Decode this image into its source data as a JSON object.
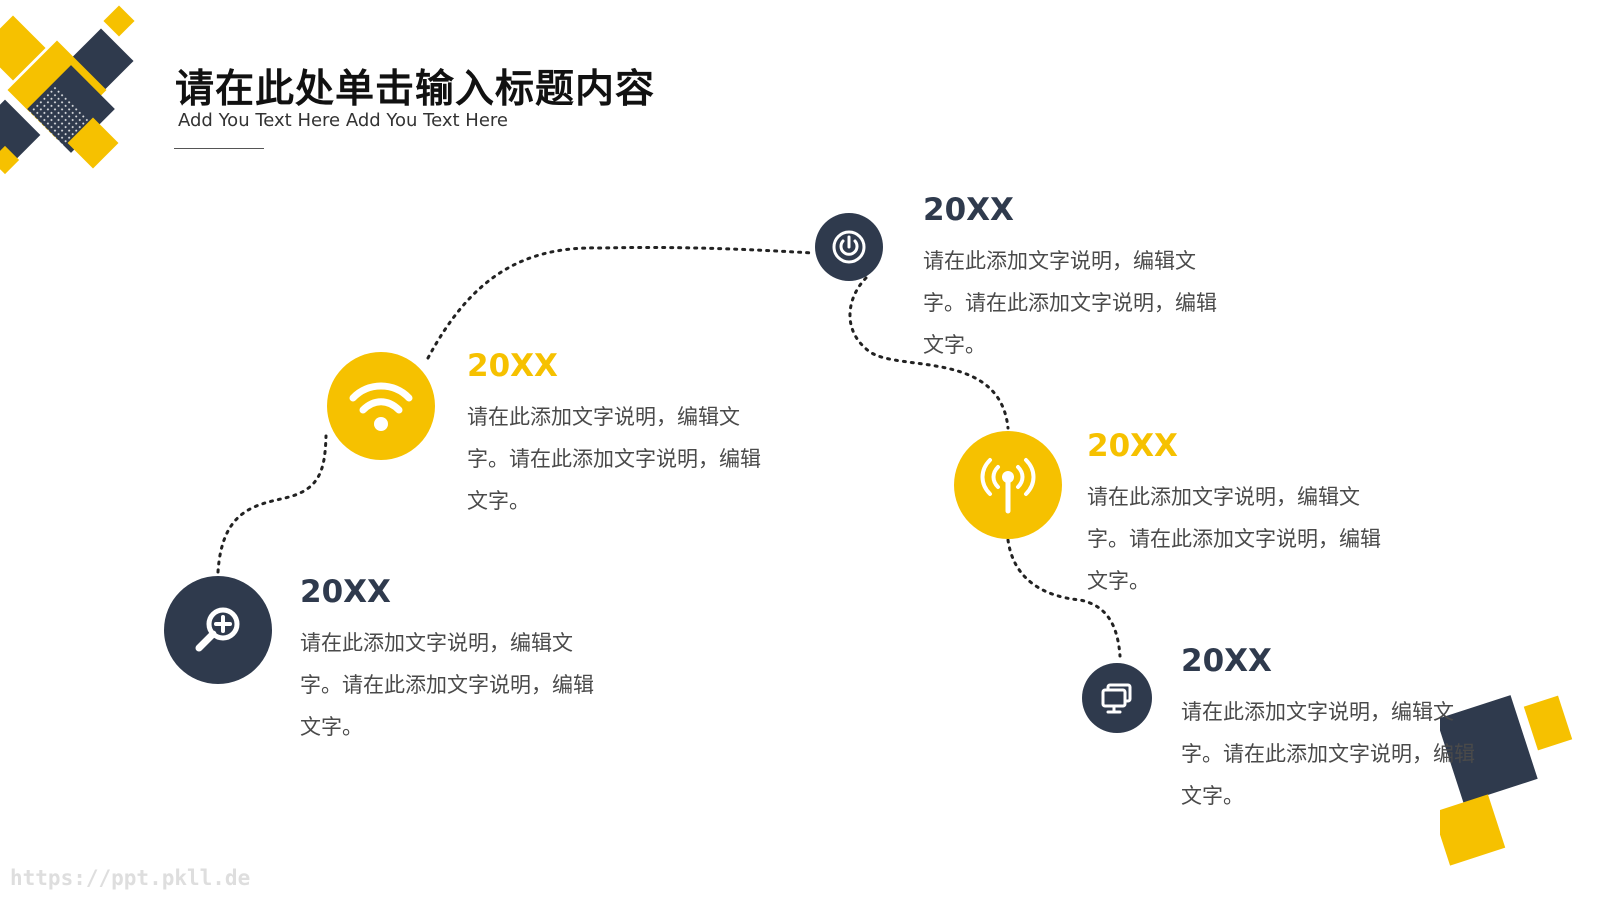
{
  "colors": {
    "accent": "#F6C100",
    "navy": "#2F3A4D",
    "text": "#4a4a4a"
  },
  "header": {
    "title": "请在此处单击输入标题内容",
    "subtitle": "Add You Text Here Add You Text Here"
  },
  "timeline": [
    {
      "year": "20XX",
      "text": "请在此添加文字说明，编辑文字。请在此添加文字说明，编辑文字。",
      "icon": "magnifier-plus-icon",
      "tone": "navy"
    },
    {
      "year": "20XX",
      "text": "请在此添加文字说明，编辑文字。请在此添加文字说明，编辑文字。",
      "icon": "wifi-icon",
      "tone": "accent"
    },
    {
      "year": "20XX",
      "text": "请在此添加文字说明，编辑文字。请在此添加文字说明，编辑文字。",
      "icon": "power-icon",
      "tone": "navy"
    },
    {
      "year": "20XX",
      "text": "请在此添加文字说明，编辑文字。请在此添加文字说明，编辑文字。",
      "icon": "antenna-icon",
      "tone": "accent"
    },
    {
      "year": "20XX",
      "text": "请在此添加文字说明，编辑文字。请在此添加文字说明，编辑文字。",
      "icon": "monitor-icon",
      "tone": "navy"
    }
  ],
  "watermark": "https://ppt.pkll.de"
}
